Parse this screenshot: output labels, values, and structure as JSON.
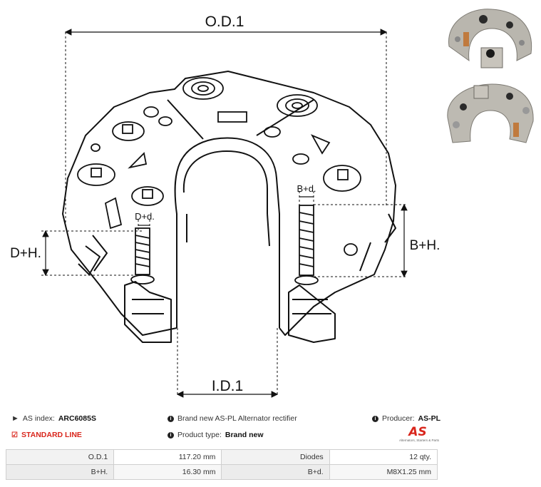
{
  "drawing": {
    "od_label": "O.D.1",
    "id_label": "I.D.1",
    "dh_label": "D+H.",
    "bh_label": "B+H.",
    "dd_label": "D+d.",
    "bd_label": "B+d."
  },
  "info": {
    "as_index_label": "AS index:",
    "as_index_value": "ARC6085S",
    "standard_line": "STANDARD LINE",
    "brand_new_text": "Brand new AS-PL Alternator rectifier",
    "product_type_label": "Product type:",
    "product_type_value": "Brand new",
    "producer_label": "Producer:",
    "producer_value": "AS-PL"
  },
  "logo": {
    "mark": "AS",
    "tagline": "Alternators, Starters & Parts"
  },
  "specs": [
    {
      "label1": "O.D.1",
      "value1": "117.20 mm",
      "label2": "Diodes",
      "value2": "12 qty."
    },
    {
      "label1": "B+H.",
      "value1": "16.30 mm",
      "label2": "B+d.",
      "value2": "M8X1.25 mm"
    }
  ],
  "colors": {
    "accent": "#d9261c"
  }
}
